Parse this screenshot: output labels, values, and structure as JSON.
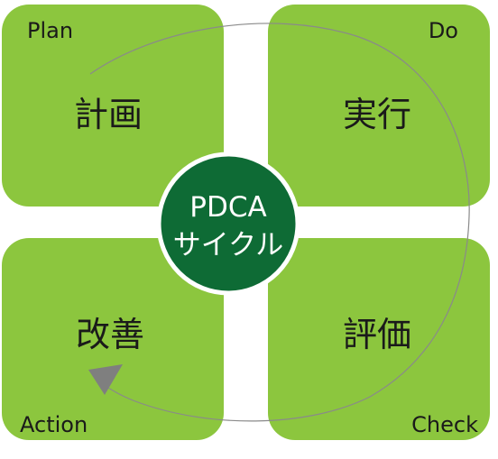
{
  "colors": {
    "quadrant_fill": "#8cc63e",
    "center_fill": "#0e6b35",
    "center_border": "#ffffff",
    "cycle_line": "#8a8a8a",
    "arrow_head": "#7f7f7f",
    "text_dark": "#1a1a1a",
    "text_light": "#ffffff"
  },
  "quadrants": {
    "plan": {
      "label": "Plan",
      "title": "計画"
    },
    "do": {
      "label": "Do",
      "title": "実行"
    },
    "check": {
      "label": "Check",
      "title": "評価"
    },
    "action": {
      "label": "Action",
      "title": "改善"
    }
  },
  "center": {
    "line1": "PDCA",
    "line2": "サイクル"
  }
}
